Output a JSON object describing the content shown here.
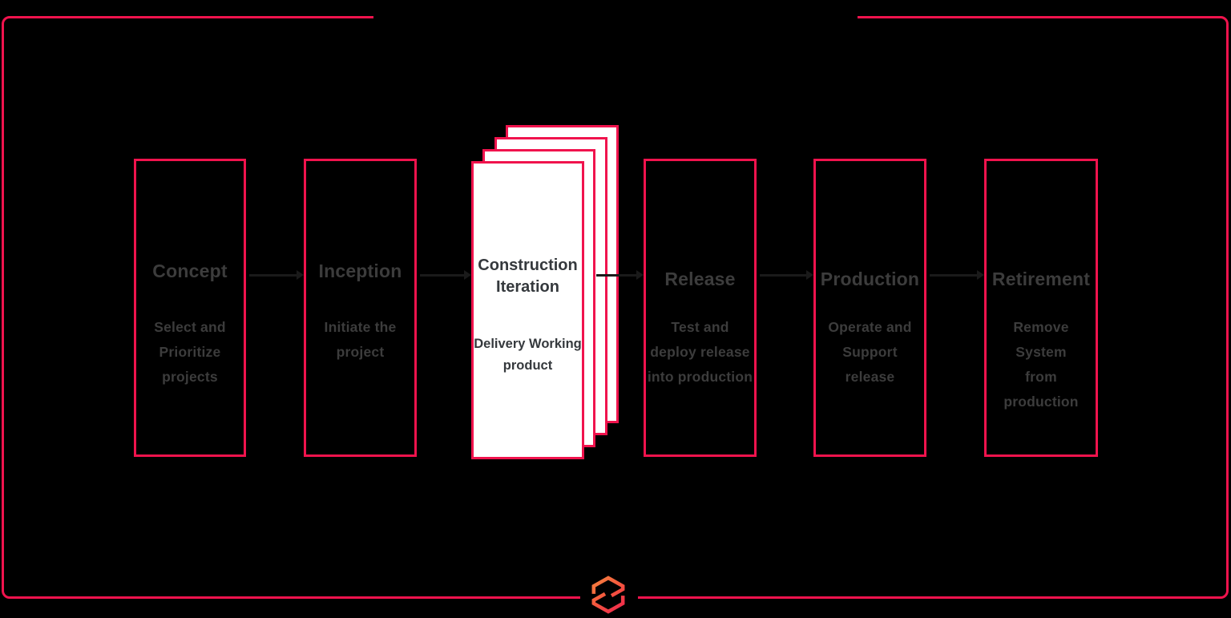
{
  "canvas": {
    "background": "#000000",
    "accent": "#f0134d",
    "text_color": "#3c3c3c",
    "card_text_color": "#35393d",
    "connector_color": "#1a1a1a"
  },
  "stages": [
    {
      "title": "Concept",
      "description": "Select and\nPrioritize\nprojects"
    },
    {
      "title": "Inception",
      "description": "Initiate the\nproject"
    },
    {
      "title": "Construction\nIteration",
      "description": "Delivery Working\nproduct",
      "stack_count": 4
    },
    {
      "title": "Release",
      "description": "Test and\ndeploy release\ninto production"
    },
    {
      "title": "Production",
      "description": "Operate and\nSupport release"
    },
    {
      "title": "Retirement",
      "description": "Remove System\nfrom production"
    }
  ],
  "connectors": {
    "count": 5,
    "color": "#1a1a1a",
    "direction": "left-to-right"
  },
  "logo": {
    "icon": "cube-logo",
    "gradient_start": "#f5833f",
    "gradient_end": "#f0244e"
  }
}
